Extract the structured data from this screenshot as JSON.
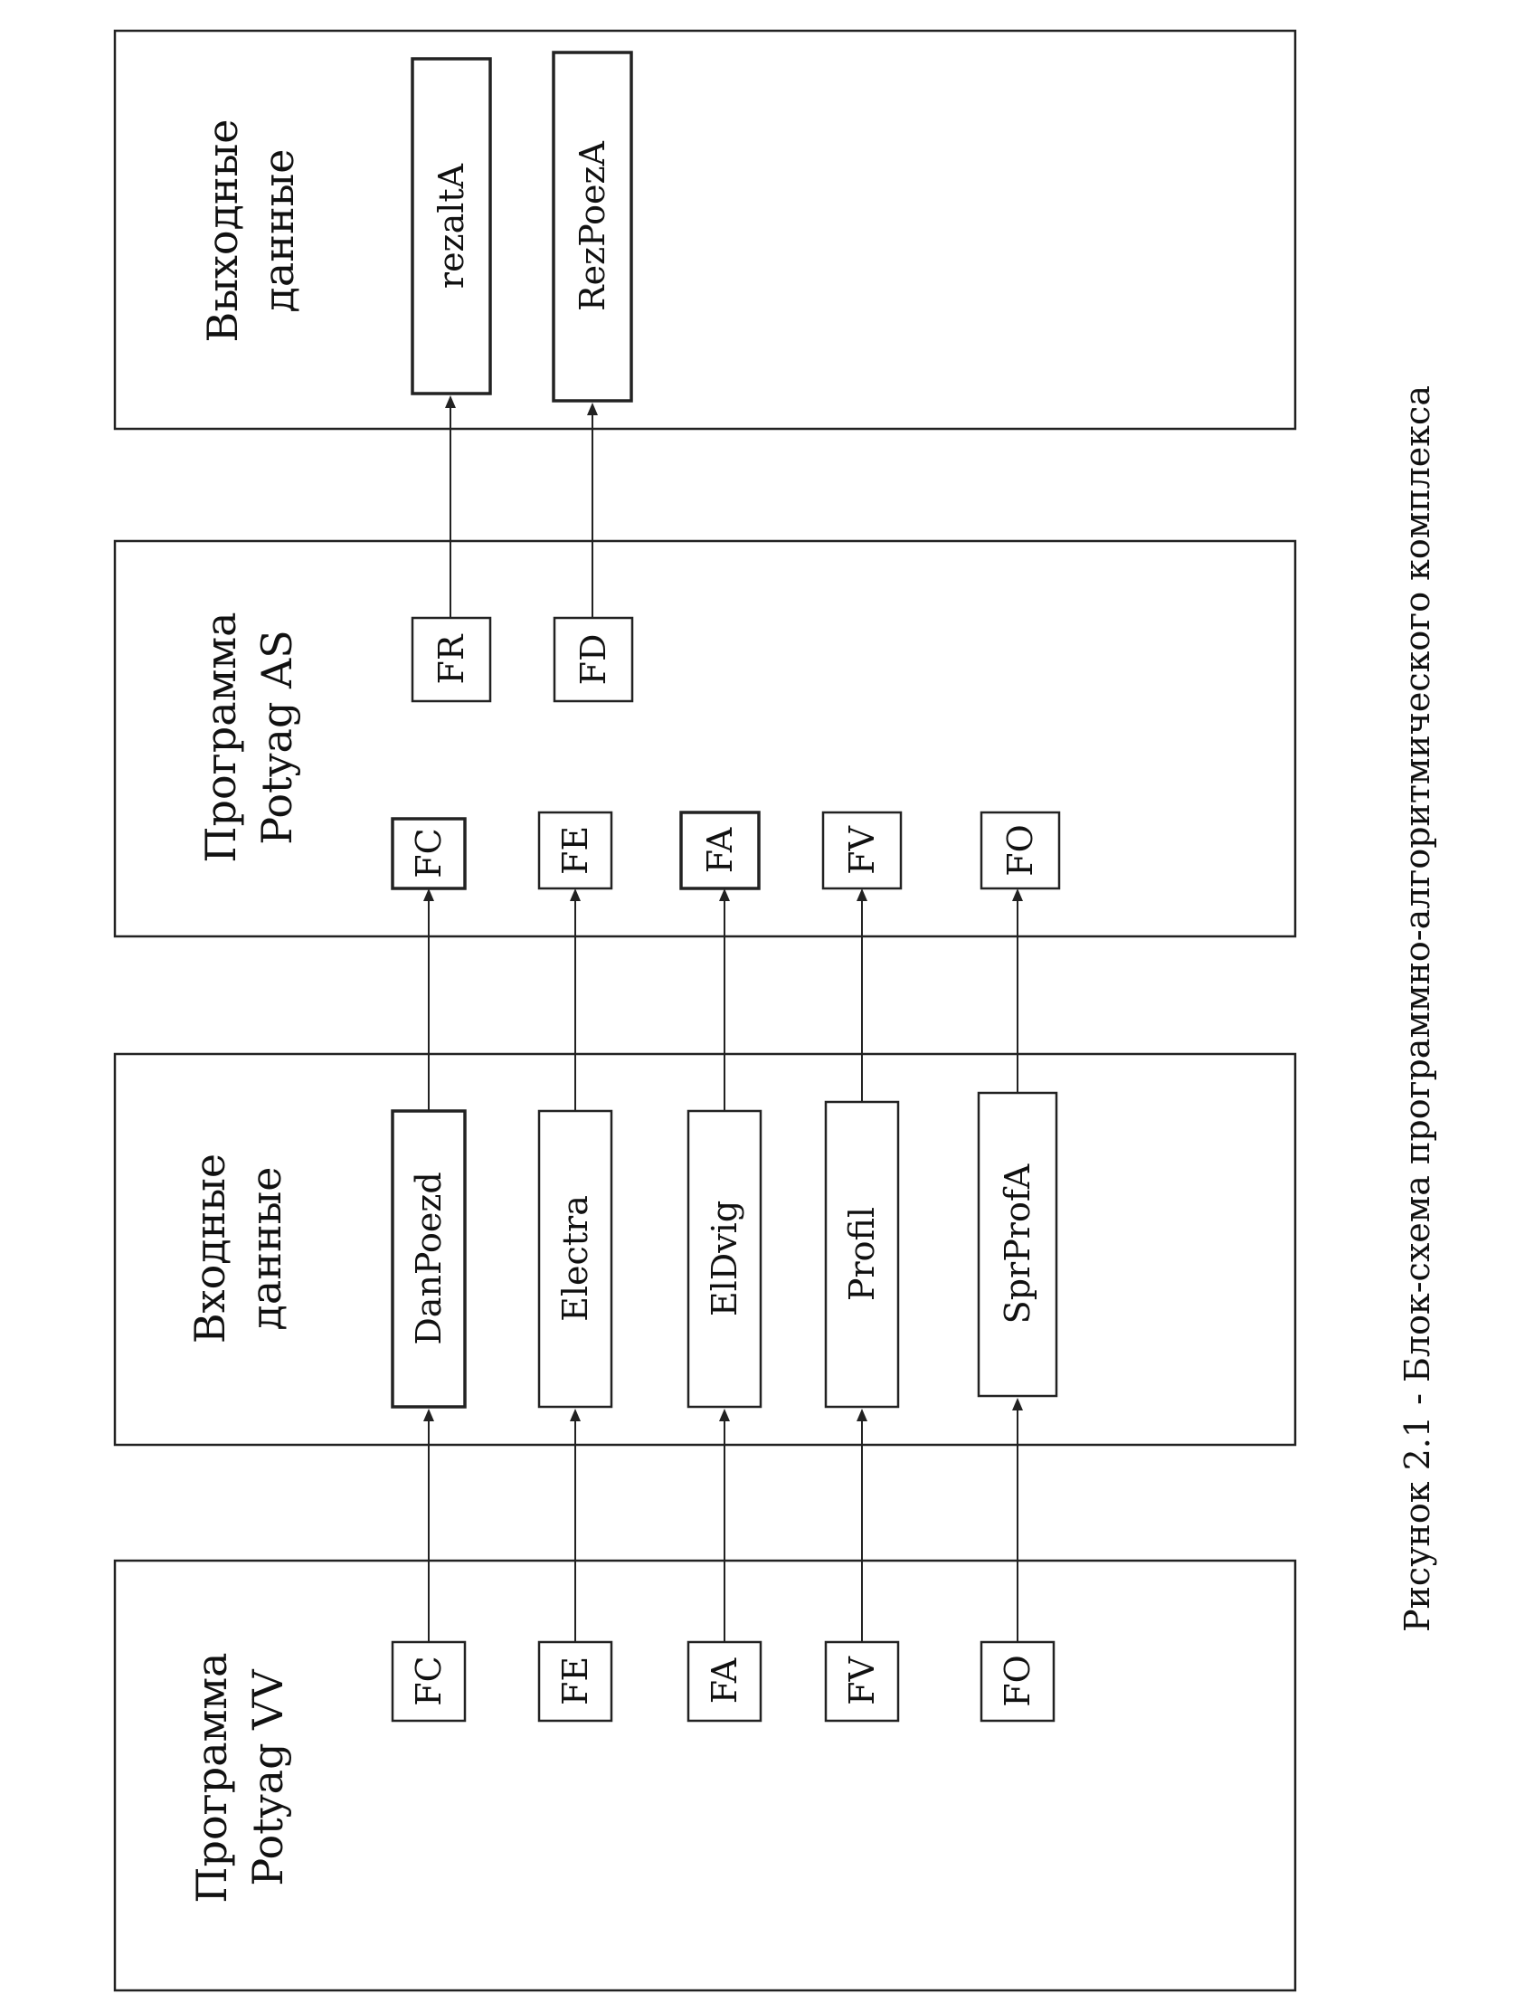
{
  "panels": {
    "potyag_vv": [
      "Программа",
      "Potyag VV"
    ],
    "input_data": [
      "Входные",
      "данные"
    ],
    "potyag_as": [
      "Программа",
      "Potyag AS"
    ],
    "output_data": [
      "Выходные",
      "данные"
    ]
  },
  "vv_files": [
    "FC",
    "FE",
    "FA",
    "FV",
    "FO"
  ],
  "input_files": [
    "DanPoezd",
    "Electra",
    "ElDvig",
    "Profil",
    "SprProfA"
  ],
  "as_input_files": [
    "FC",
    "FE",
    "FA",
    "FV",
    "FO"
  ],
  "as_output_files": [
    "FR",
    "FD"
  ],
  "output_files": [
    "rezaltA",
    "RezPoezA"
  ],
  "caption": "Рисунок 2.1 - Блок-схема программно-алгоритмического комплекса"
}
